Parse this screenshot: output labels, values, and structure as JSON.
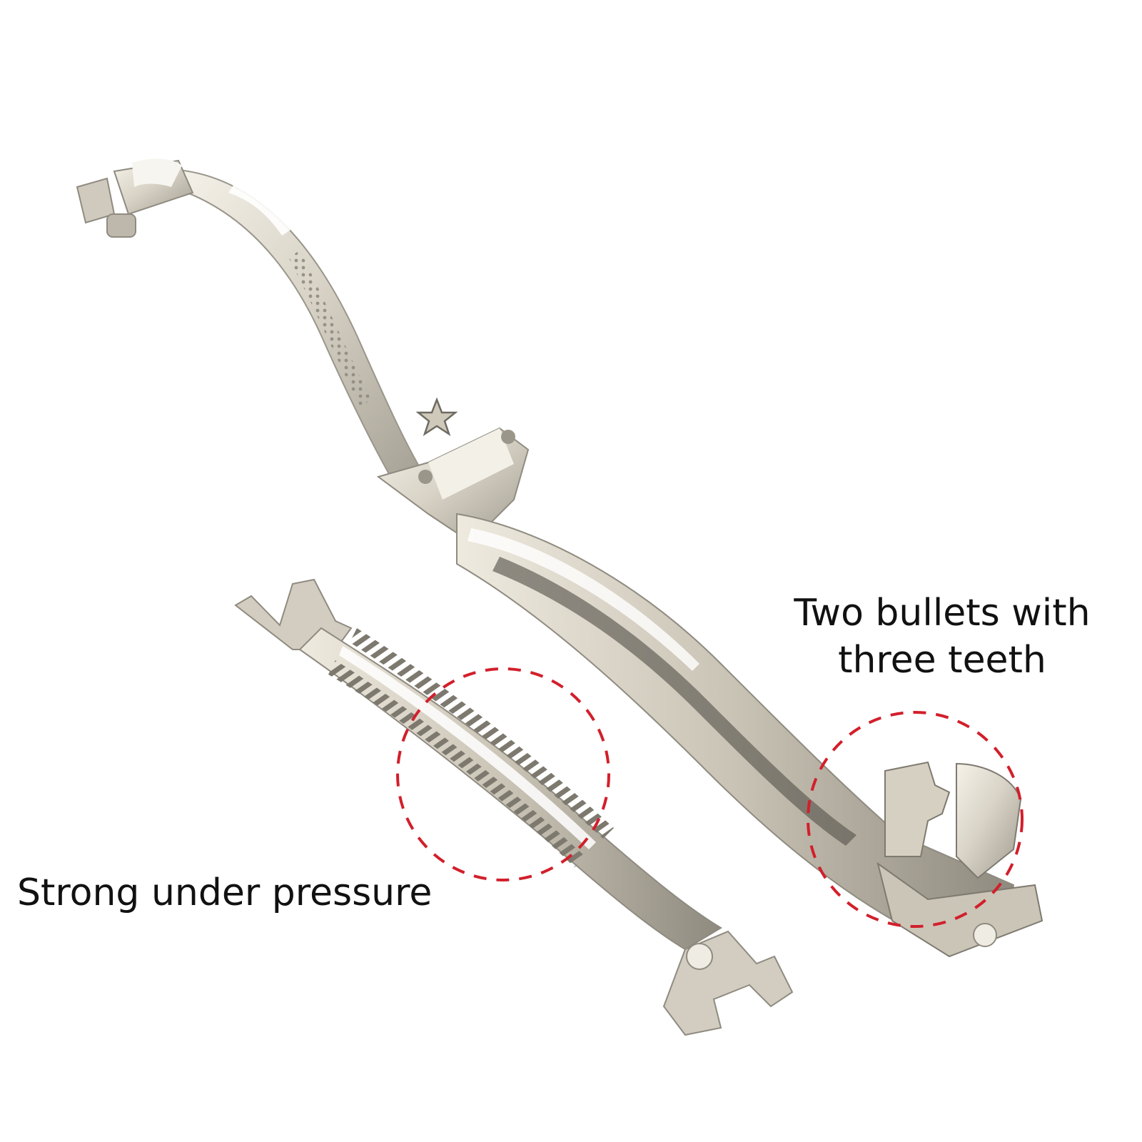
{
  "annotations": {
    "right_line_1": "Two bullets with",
    "right_line_2": "three teeth",
    "left": "Strong under pressure"
  },
  "colors": {
    "background": "#ffffff",
    "metal": "#d8d3c6",
    "metal_light": "#f2efe6",
    "metal_dark": "#8e8a80",
    "dashed_circle": "#d21f2b",
    "text": "#111111"
  }
}
